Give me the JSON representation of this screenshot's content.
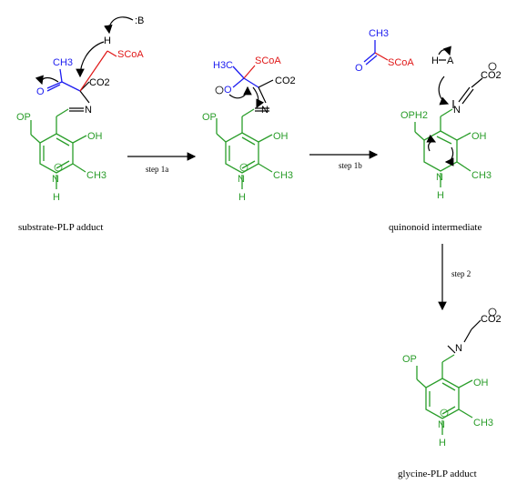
{
  "captions": {
    "substrate": "substrate-PLP adduct",
    "quinonoid": "quinonoid intermediate",
    "glycine": "glycine-PLP adduct"
  },
  "steps": {
    "step1a": "step 1a",
    "step1b": "step 1b",
    "step2": "step 2"
  },
  "atoms": {
    "base": ":B",
    "H": "H",
    "SCoA": "SCoA",
    "CH3": "CH3",
    "H3C": "H3C",
    "O": "O",
    "CO2": "CO2",
    "N": "N",
    "OP": "OP",
    "OPH2": "OPH2",
    "OH": "OH",
    "HA": "H",
    "A": "A"
  },
  "colors": {
    "green": "#2a9d2a",
    "blue": "#1d1df0",
    "red": "#e01818",
    "black": "#000000"
  }
}
